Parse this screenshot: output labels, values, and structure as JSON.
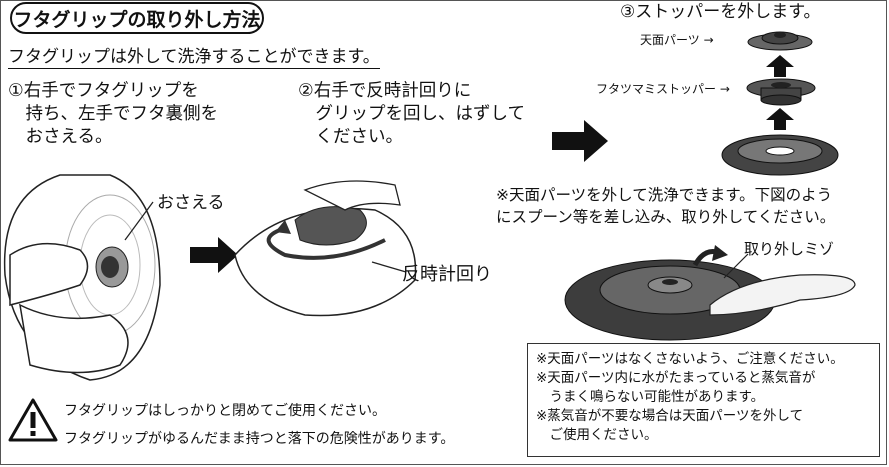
{
  "title": "フタグリップの取り外し方法",
  "subtitle": "フタグリップは外して洗浄することができます。",
  "steps": [
    {
      "text": "①右手でフタグリップを\n　持ち、左手でフタ裏側を\n　おさえる。"
    },
    {
      "text": "②右手で反時計回りに\n　グリップを回し、はずして\n　ください。"
    },
    {
      "text": "③ストッパーを外します。"
    }
  ],
  "labels": {
    "hold": "おさえる",
    "ccw": "反時計回り",
    "top_part": "天面パーツ →",
    "stopper": "フタツマミストッパー →",
    "groove": "取り外しミゾ"
  },
  "wash_note": "※天面パーツを外して洗浄できます。下図のよう\nにスプーン等を差し込み、取り外してください。",
  "cautions": [
    "※天面パーツはなくさないよう、ご注意ください。",
    "※天面パーツ内に水がたまっていると蒸気音が\n　うまく鳴らない可能性があります。",
    "※蒸気音が不要な場合は天面パーツを外して\n　ご使用ください。"
  ],
  "warning": {
    "line1": "フタグリップはしっかりと閉めてご使用ください。",
    "line2": "フタグリップがゆるんだまま持つと落下の危険性があります。"
  }
}
